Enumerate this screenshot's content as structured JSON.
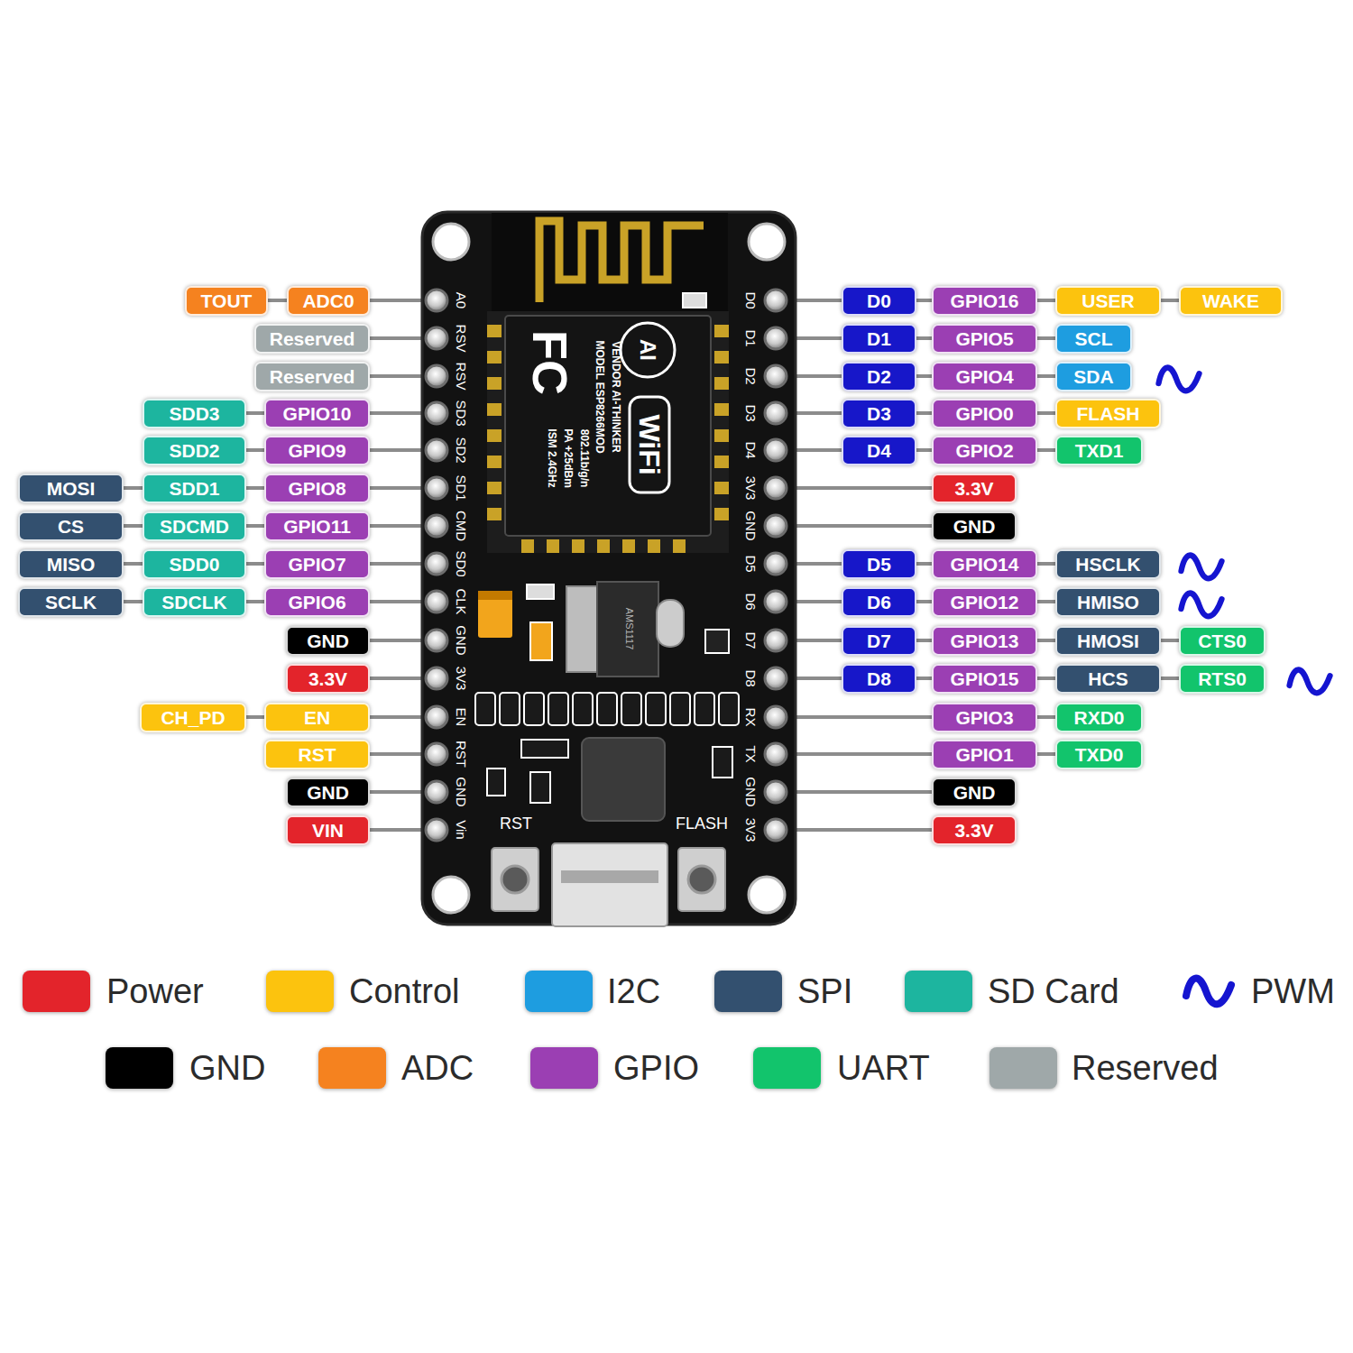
{
  "diagram": {
    "nodes": [
      {
        "text": [
          "TOUT"
        ]
      },
      {
        "text": [
          "ADC0"
        ]
      },
      {
        "text": [
          "Reserved"
        ]
      },
      {
        "text": [
          "Reserved"
        ]
      },
      {
        "text": [
          "SDD3"
        ]
      },
      {
        "text": [
          "GPIO10"
        ]
      },
      {
        "text": [
          "SDD2"
        ]
      },
      {
        "text": [
          "GPIO9"
        ]
      },
      {
        "text": [
          "MOSI"
        ]
      },
      {
        "text": [
          "SDD1"
        ]
      },
      {
        "text": [
          "GPIO8"
        ]
      },
      {
        "text": [
          "CS"
        ]
      },
      {
        "text": [
          "SDCMD"
        ]
      },
      {
        "text": [
          "GPIO11"
        ]
      },
      {
        "text": [
          "MISO"
        ]
      },
      {
        "text": [
          "SDD0"
        ]
      },
      {
        "text": [
          "GPIO7"
        ]
      },
      {
        "text": [
          "SCLK"
        ]
      },
      {
        "text": [
          "SDCLK"
        ]
      },
      {
        "text": [
          "GPIO6"
        ]
      },
      {
        "text": [
          "GND"
        ]
      },
      {
        "text": [
          "3.3V"
        ]
      },
      {
        "text": [
          "CH_PD"
        ]
      },
      {
        "text": [
          "EN"
        ]
      },
      {
        "text": [
          "RST"
        ]
      },
      {
        "text": [
          "GND"
        ]
      },
      {
        "text": [
          "VIN"
        ]
      },
      {
        "text": [
          "D0"
        ]
      },
      {
        "text": [
          "GPIO16"
        ]
      },
      {
        "text": [
          "USER"
        ]
      },
      {
        "text": [
          "WAKE"
        ]
      },
      {
        "text": [
          "D1"
        ]
      },
      {
        "text": [
          "GPIO5"
        ]
      },
      {
        "text": [
          "SCL"
        ]
      },
      {
        "text": [
          "D2"
        ]
      },
      {
        "text": [
          "GPIO4"
        ]
      },
      {
        "text": [
          "SDA"
        ]
      },
      {
        "text": [
          "D3"
        ]
      },
      {
        "text": [
          "GPIO0"
        ]
      },
      {
        "text": [
          "FLASH"
        ]
      },
      {
        "text": [
          "D4"
        ]
      },
      {
        "text": [
          "GPIO2"
        ]
      },
      {
        "text": [
          "TXD1"
        ]
      },
      {
        "text": [
          "3.3V"
        ]
      },
      {
        "text": [
          "GND"
        ]
      },
      {
        "text": [
          "D5"
        ]
      },
      {
        "text": [
          "GPIO14"
        ]
      },
      {
        "text": [
          "HSCLK"
        ]
      },
      {
        "text": [
          "D6"
        ]
      },
      {
        "text": [
          "GPIO12"
        ]
      },
      {
        "text": [
          "HMISO"
        ]
      },
      {
        "text": [
          "D7"
        ]
      },
      {
        "text": [
          "GPIO13"
        ]
      },
      {
        "text": [
          "HMOSI"
        ]
      },
      {
        "text": [
          "CTS0"
        ]
      },
      {
        "text": [
          "D8"
        ]
      },
      {
        "text": [
          "GPIO15"
        ]
      },
      {
        "text": [
          "HCS"
        ]
      },
      {
        "text": [
          "RTS0"
        ]
      },
      {
        "text": [
          "GPIO3"
        ]
      },
      {
        "text": [
          "RXD0"
        ]
      },
      {
        "text": [
          "GPIO1"
        ]
      },
      {
        "text": [
          "TXD0"
        ]
      },
      {
        "text": [
          "GND"
        ]
      },
      {
        "text": [
          "3.3V"
        ]
      }
    ],
    "edges": [
      {
        "from": 0,
        "to": 1,
        "arrow": "none"
      },
      {
        "from": 4,
        "to": 5,
        "arrow": "none"
      },
      {
        "from": 6,
        "to": 7,
        "arrow": "none"
      },
      {
        "from": 8,
        "to": 9,
        "arrow": "none"
      },
      {
        "from": 9,
        "to": 10,
        "arrow": "none"
      },
      {
        "from": 11,
        "to": 12,
        "arrow": "none"
      },
      {
        "from": 12,
        "to": 13,
        "arrow": "none"
      },
      {
        "from": 14,
        "to": 15,
        "arrow": "none"
      },
      {
        "from": 15,
        "to": 16,
        "arrow": "none"
      },
      {
        "from": 17,
        "to": 18,
        "arrow": "none"
      },
      {
        "from": 18,
        "to": 19,
        "arrow": "none"
      },
      {
        "from": 22,
        "to": 23,
        "arrow": "none"
      },
      {
        "from": 27,
        "to": 28,
        "arrow": "none"
      },
      {
        "from": 28,
        "to": 29,
        "arrow": "none"
      },
      {
        "from": 29,
        "to": 30,
        "arrow": "none"
      },
      {
        "from": 31,
        "to": 32,
        "arrow": "none"
      },
      {
        "from": 32,
        "to": 33,
        "arrow": "none"
      },
      {
        "from": 34,
        "to": 35,
        "arrow": "none"
      },
      {
        "from": 35,
        "to": 36,
        "arrow": "none"
      },
      {
        "from": 37,
        "to": 38,
        "arrow": "none"
      },
      {
        "from": 38,
        "to": 39,
        "arrow": "none"
      },
      {
        "from": 40,
        "to": 41,
        "arrow": "none"
      },
      {
        "from": 41,
        "to": 42,
        "arrow": "none"
      },
      {
        "from": 45,
        "to": 46,
        "arrow": "none"
      },
      {
        "from": 46,
        "to": 47,
        "arrow": "none"
      },
      {
        "from": 48,
        "to": 49,
        "arrow": "none"
      },
      {
        "from": 49,
        "to": 50,
        "arrow": "none"
      },
      {
        "from": 51,
        "to": 52,
        "arrow": "none"
      },
      {
        "from": 52,
        "to": 53,
        "arrow": "none"
      },
      {
        "from": 53,
        "to": 54,
        "arrow": "none"
      },
      {
        "from": 55,
        "to": 56,
        "arrow": "none"
      },
      {
        "from": 56,
        "to": 57,
        "arrow": "none"
      },
      {
        "from": 57,
        "to": 58,
        "arrow": "none"
      },
      {
        "from": 59,
        "to": 60,
        "arrow": "none"
      },
      {
        "from": 61,
        "to": 62,
        "arrow": "none"
      }
    ],
    "labels": [
      "A0",
      "RSV",
      "RSV",
      "SD3",
      "SD2",
      "SD1",
      "CMD",
      "SD0",
      "CLK",
      "GND",
      "3V3",
      "EN",
      "RST",
      "GND",
      "Vin",
      "D0",
      "D1",
      "D2",
      "D3",
      "D4",
      "3V3",
      "GND",
      "D5",
      "D6",
      "D7",
      "D8",
      "RX",
      "TX",
      "GND",
      "3V3",
      "RST",
      "FLASH",
      "FC",
      "AI",
      "WiFi",
      "MODEL ESP8266MOD",
      "VENDOR AI-THINKER",
      "ISM 2.4GHz",
      "PA +25dBm",
      "802.11b/g/n",
      "AMS1117"
    ],
    "legend": [
      {
        "text": "Power",
        "color": "#e3242b"
      },
      {
        "text": "Control",
        "color": "#fcc30e"
      },
      {
        "text": "I2C",
        "color": "#1e9de0"
      },
      {
        "text": "SPI",
        "color": "#33506f"
      },
      {
        "text": "SD Card",
        "color": "#1db59f"
      },
      {
        "text": "PWM"
      },
      {
        "text": "GND",
        "color": "#000000"
      },
      {
        "text": "ADC",
        "color": "#f5821f"
      },
      {
        "text": "GPIO",
        "color": "#9b3fb3"
      },
      {
        "text": "UART",
        "color": "#12c46c"
      },
      {
        "text": "Reserved",
        "color": "#9fa8a9"
      }
    ]
  }
}
